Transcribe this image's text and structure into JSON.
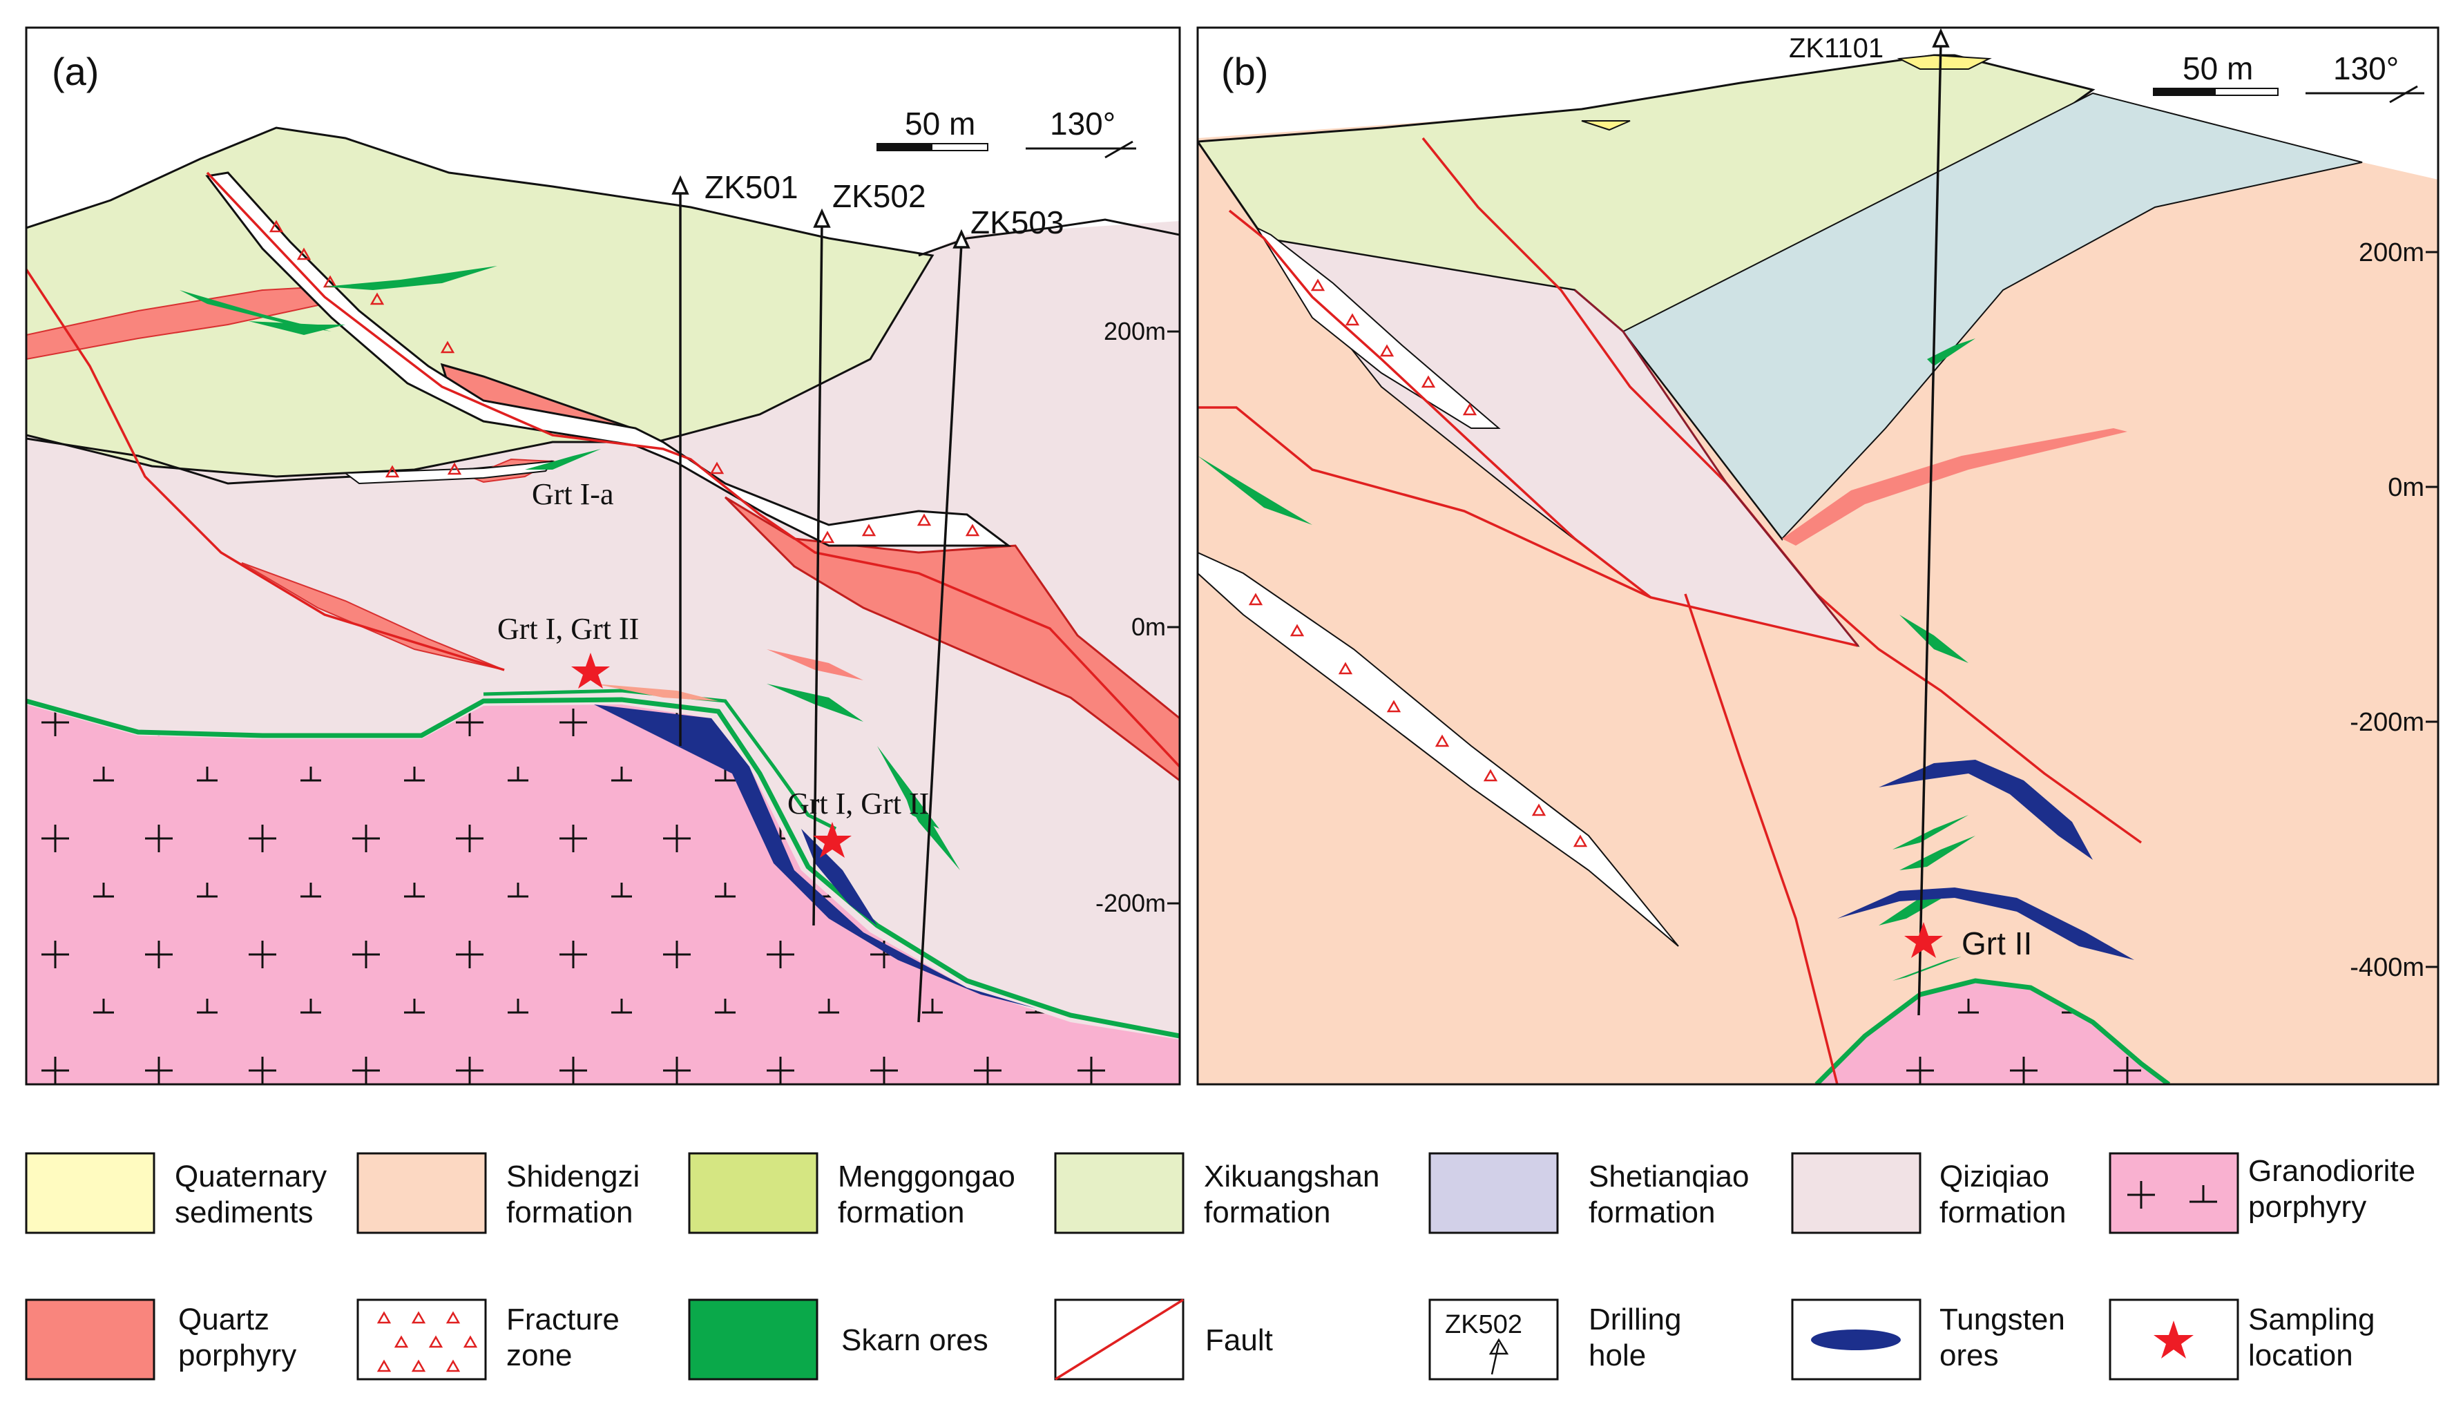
{
  "panel_a": {
    "label": "(a)",
    "scale": "50 m",
    "azimuth": "130°",
    "elevations": [
      "200m",
      "0m",
      "-200m"
    ],
    "drill_holes": [
      "ZK501",
      "ZK502",
      "ZK503"
    ],
    "samples": [
      "Grt I-a",
      "Grt I, Grt II",
      "Grt I, Grt II"
    ]
  },
  "panel_b": {
    "label": "(b)",
    "scale": "50 m",
    "azimuth": "130°",
    "elevations": [
      "200m",
      "0m",
      "-200m",
      "-400m"
    ],
    "drill_holes": [
      "ZK1101"
    ],
    "samples": [
      "Grt II"
    ]
  },
  "legend": [
    {
      "line1": "Quaternary",
      "line2": "sediments",
      "color": "#fffbc0"
    },
    {
      "line1": "Shidengzi",
      "line2": "formation",
      "color": "#fcd8c2"
    },
    {
      "line1": "Menggongao",
      "line2": "formation",
      "color": "#d5e682"
    },
    {
      "line1": "Xikuangshan",
      "line2": "formation",
      "color": "#e6f0c6"
    },
    {
      "line1": "Shetianqiao",
      "line2": "formation",
      "color": "#d2d0e8"
    },
    {
      "line1": "Qiziqiao",
      "line2": "formation",
      "color": "#f1e2e5"
    },
    {
      "line1": "Granodiorite",
      "line2": "porphyry",
      "color": "#f9b1d0"
    },
    {
      "line1": "Quartz",
      "line2": "porphyry",
      "color": "#f9857d"
    },
    {
      "line1": "Fracture",
      "line2": "zone",
      "color": "#ffffff"
    },
    {
      "line1": "Skarn ores",
      "line2": "",
      "color": "#0aa94a"
    },
    {
      "line1": "Fault",
      "line2": "",
      "color": "#e02020"
    },
    {
      "line1": "Drilling",
      "line2": "hole",
      "color": "#000000",
      "swatch_text": "ZK502"
    },
    {
      "line1": "Tungsten",
      "line2": "ores",
      "color": "#1c2f8c"
    },
    {
      "line1": "Sampling",
      "line2": "location",
      "color": "#ee1c25"
    }
  ]
}
